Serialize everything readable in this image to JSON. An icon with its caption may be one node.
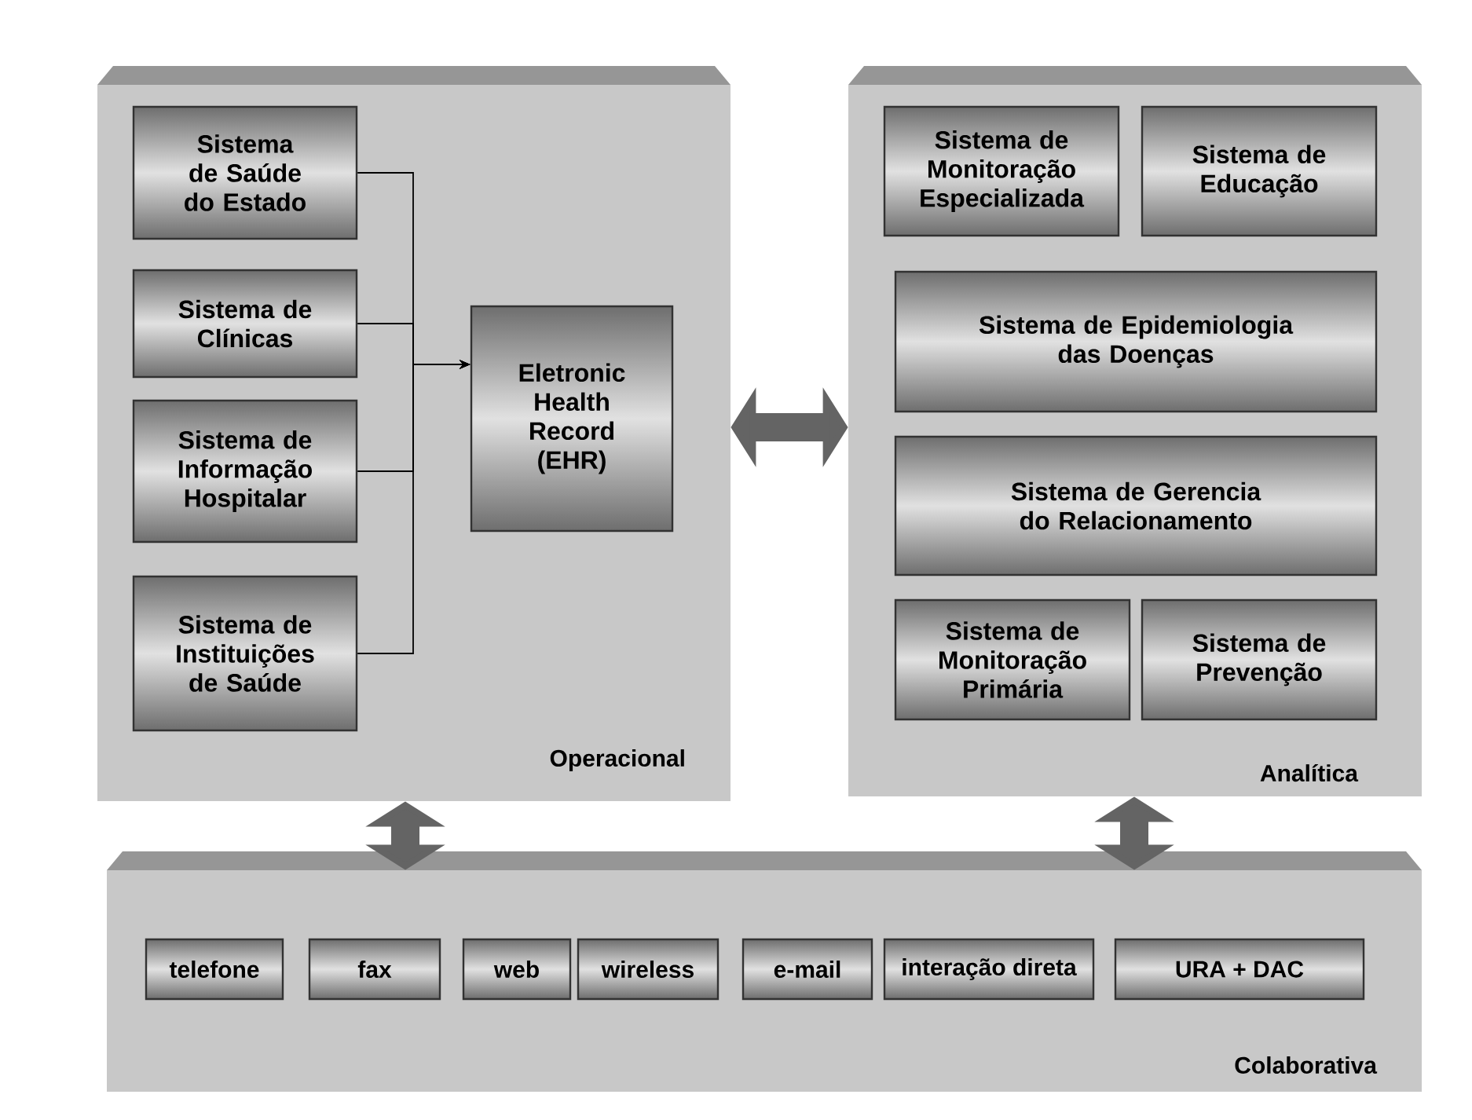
{
  "diagram": {
    "nodes": [
      {
        "text": [
          "Operacional"
        ]
      },
      {
        "text": [
          "Sistema de Saúde do Estado"
        ],
        "in": 0
      },
      {
        "text": [
          "Sistema de Clínicas"
        ],
        "in": 0
      },
      {
        "text": [
          "Sistema de Informação Hospitalar"
        ],
        "in": 0
      },
      {
        "text": [
          "Sistema de Instituições de Saúde"
        ],
        "in": 0
      },
      {
        "text": [
          "Eletronic Health Record (EHR)"
        ],
        "in": 0
      },
      {
        "text": [
          "Analítica"
        ]
      },
      {
        "text": [
          "Sistema de Monitoração Especializada"
        ],
        "in": 6
      },
      {
        "text": [
          "Sistema de Educação"
        ],
        "in": 6
      },
      {
        "text": [
          "Sistema de Epidemiologia das Doenças"
        ],
        "in": 6
      },
      {
        "text": [
          "Sistema de Gerencia do Relacionamento"
        ],
        "in": 6
      },
      {
        "text": [
          "Sistema de Monitoração Primária"
        ],
        "in": 6
      },
      {
        "text": [
          "Sistema de Prevenção"
        ],
        "in": 6
      },
      {
        "text": [
          "Colaborativa"
        ]
      },
      {
        "text": [
          "telefone"
        ],
        "in": 13
      },
      {
        "text": [
          "fax"
        ],
        "in": 13
      },
      {
        "text": [
          "web"
        ],
        "in": 13
      },
      {
        "text": [
          "wireless"
        ],
        "in": 13
      },
      {
        "text": [
          "e-mail"
        ],
        "in": 13
      },
      {
        "text": [
          "interação direta"
        ],
        "in": 13
      },
      {
        "text": [
          "URA + DAC"
        ],
        "in": 13
      }
    ],
    "edges": [
      {
        "from": 1,
        "to": 5,
        "arrow": "to"
      },
      {
        "from": 2,
        "to": 5,
        "arrow": "to"
      },
      {
        "from": 3,
        "to": 5,
        "arrow": "to"
      },
      {
        "from": 4,
        "to": 5,
        "arrow": "to"
      },
      {
        "from": 0,
        "to": 6,
        "arrow": "both",
        "style": "thick",
        "color": "#646464"
      },
      {
        "from": 0,
        "to": 13,
        "arrow": "both",
        "style": "thick",
        "color": "#646464"
      },
      {
        "from": 6,
        "to": 13,
        "arrow": "both",
        "style": "thick",
        "color": "#646464"
      }
    ]
  }
}
